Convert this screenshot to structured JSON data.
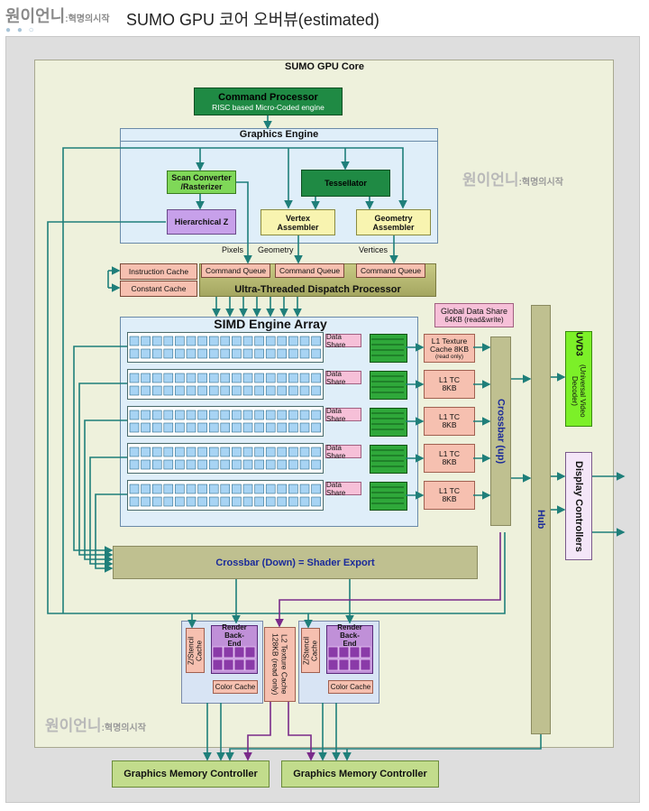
{
  "header": {
    "logo_text": "원이언니",
    "logo_sub": ":혁명의시작",
    "title": "SUMO GPU 코어 오버뷰(estimated)"
  },
  "watermark": {
    "text": "원이언니",
    "sub": ":혁명의시작"
  },
  "diagram": {
    "core_title": "SUMO GPU Core",
    "command_processor": {
      "title": "Command Processor",
      "subtitle": "RISC based Micro-Coded engine"
    },
    "graphics_engine": "Graphics Engine",
    "scan_converter": "Scan Converter /Rasterizer",
    "hierarchical_z": "Hierarchical Z",
    "tessellator": "Tessellator",
    "vertex_assembler": "Vertex Assembler",
    "geometry_assembler": "Geometry Assembler",
    "stream_labels": [
      "Pixels",
      "Geometry",
      "Vertices"
    ],
    "command_queue": "Command Queue",
    "instruction_cache": "Instruction Cache",
    "constant_cache": "Constant Cache",
    "dispatch_processor": "Ultra-Threaded Dispatch Processor",
    "simd_array": "SIMD Engine Array",
    "data_share": "Data Share",
    "global_data_share": {
      "title": "Global Data Share",
      "detail": "64KB (read&write)"
    },
    "l1_texture_cache": {
      "title": "L1 Texture",
      "line2": "Cache 8KB",
      "detail": "(read only)"
    },
    "l1_tc": {
      "title": "L1 TC",
      "size": "8KB"
    },
    "crossbar_up": "Crossbar (up)",
    "hub": "Hub",
    "uvd3": {
      "title": "UVD3",
      "detail": "(Universal Video Decoder)"
    },
    "display_controllers": "Display Controllers",
    "crossbar_down": "Crossbar (Down) = Shader Export",
    "render_backend": "Render Back-End",
    "z_stencil_cache": "Z/Stencil Cache",
    "color_cache": "Color Cache",
    "l2_texture_cache": "L2 Texture Cache 128KB (read only)",
    "memory_controller": "Graphics Memory Controller"
  },
  "colors": {
    "core_bg": "#eef1dc",
    "graphics_engine_bg": "#dfeef9",
    "command_processor": "#1f8a44",
    "dispatch": "#b8ba74",
    "crossbar": "#bfc090",
    "scan_converter": "#7fd858",
    "hierarchical_z": "#c7a0ea",
    "tessellator": "#1f8a44",
    "assembler": "#f8f4b0",
    "uvd3": "#7cf028",
    "display": "#f4e6f8",
    "memory_controller": "#c2dc8c",
    "line": "#1f7f7a",
    "purple_line": "#7a2a8a"
  }
}
